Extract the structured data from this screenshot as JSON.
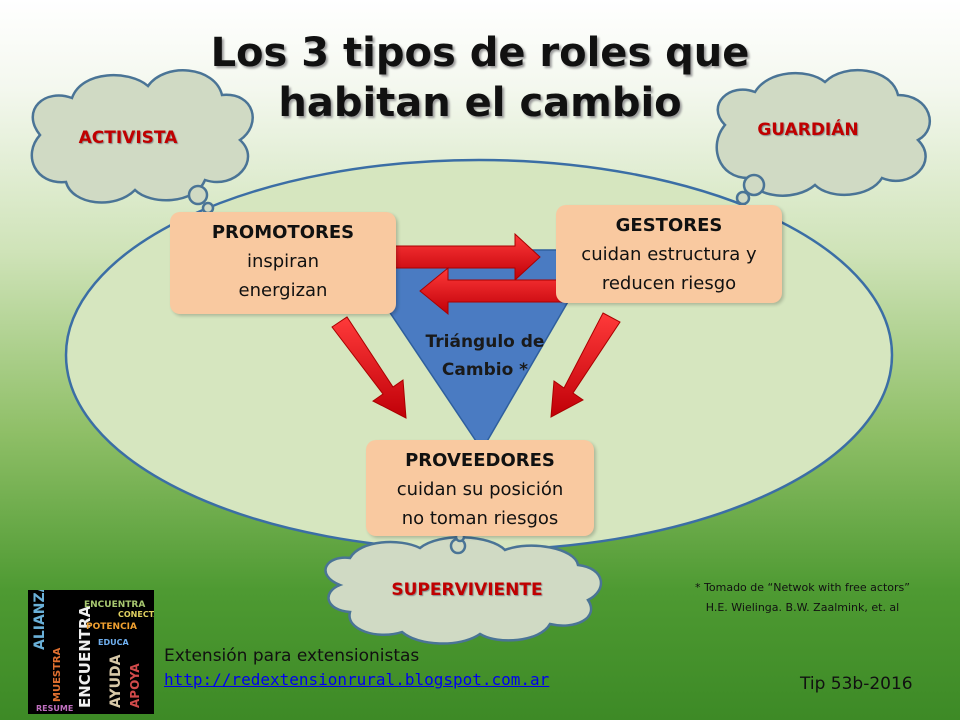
{
  "title": {
    "line1": "Los 3 tipos de roles que",
    "line2": "habitan el cambio"
  },
  "clouds": {
    "activista": "ACTIVISTA",
    "guardian": "GUARDIÁN",
    "superviviente": "SUPERVIVIENTE"
  },
  "boxes": {
    "promotores": {
      "heading": "PROMOTORES",
      "line1": "inspiran",
      "line2": "energizan"
    },
    "gestores": {
      "heading": "GESTORES",
      "line1": "cuidan estructura y",
      "line2": "reducen riesgo"
    },
    "proveedores": {
      "heading": "PROVEEDORES",
      "line1": "cuidan su posición",
      "line2": "no toman riesgos"
    }
  },
  "triangle": {
    "line1": "Triángulo de",
    "line2": "Cambio *"
  },
  "source": {
    "line1": "* Tomado de “Netwok with free actors”",
    "line2": "H.E. Wielinga. B.W. Zaalmink, et. al"
  },
  "footer": {
    "label": "Extensión para extensionistas",
    "link": "http://redextensionrural.blogspot.com.ar",
    "tip": "Tip 53b-2016"
  },
  "logo_words": [
    "ALIANZA",
    "ENCUENTRA",
    "AYUDA",
    "POTENCIA",
    "APOYA",
    "MUESTRA",
    "ENCUENTRA",
    "RESUME",
    "EDUCA",
    "CONECTA"
  ],
  "colors": {
    "arrow": "#e8141c",
    "triangle": "#4a7bc2",
    "ellipse_fill": "#d6e6bf",
    "ellipse_stroke": "#3b6ea5",
    "box": "#f9c9a0",
    "cloud": "#d0dac4",
    "cloud_stroke": "#4a7496",
    "cloud_text": "#c00000"
  }
}
